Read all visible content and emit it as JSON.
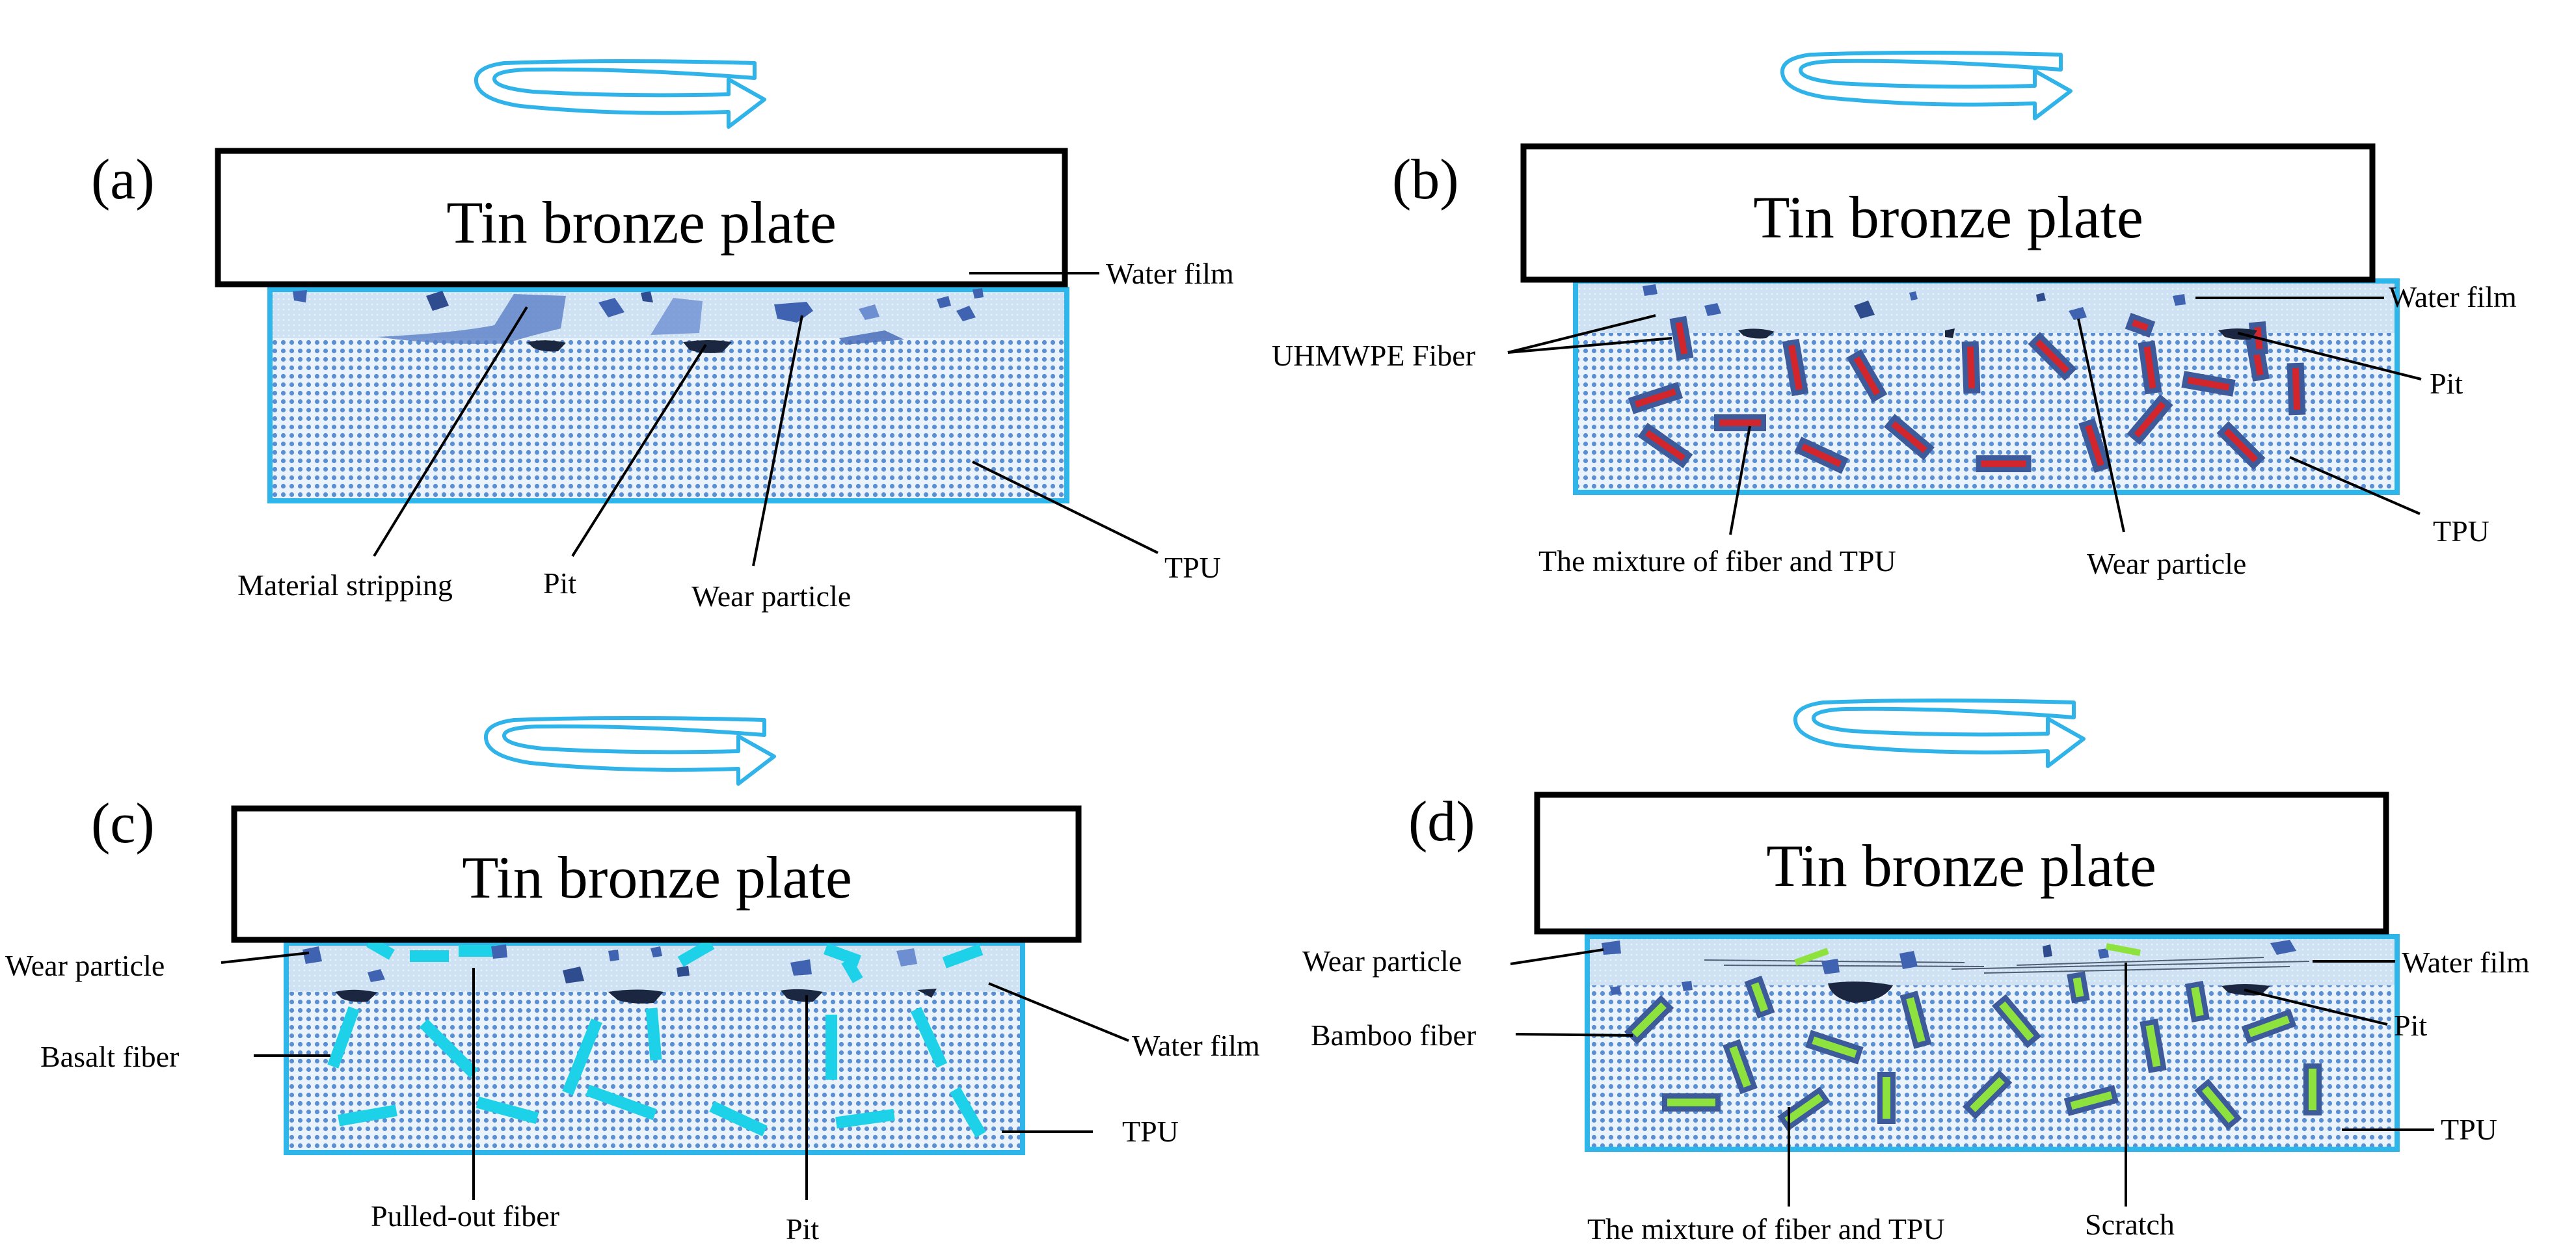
{
  "colors": {
    "arrow": "#2fb3e8",
    "box_border": "#2eb5ea",
    "water_film": "#cfe2f3",
    "tpu_fill": "#eaf2fb",
    "tpu_dots": "#5b8fd3",
    "particle": "#3f63b0",
    "pit": "#1b2740",
    "uhmwpe_outer": "#3d5a9a",
    "uhmwpe_inner": "#d3262c",
    "basalt": "#1dd1e8",
    "bamboo_outer": "#3d5a9a",
    "bamboo_inner": "#8ee23e"
  },
  "icons": [
    "rotation-arrow-icon"
  ],
  "panels": [
    {
      "id": "a",
      "letter": "(a)",
      "plate": "Tin bronze plate",
      "labels": {
        "water_film": "Water film",
        "material_stripping": "Material stripping",
        "pit": "Pit",
        "wear_particle": "Wear particle",
        "tpu": "TPU"
      }
    },
    {
      "id": "b",
      "letter": "(b)",
      "plate": "Tin bronze plate",
      "labels": {
        "water_film": "Water film",
        "fiber": "UHMWPE Fiber",
        "pit": "Pit",
        "mixture": "The mixture of fiber and TPU",
        "wear_particle": "Wear particle",
        "tpu": "TPU"
      }
    },
    {
      "id": "c",
      "letter": "(c)",
      "plate": "Tin bronze plate",
      "labels": {
        "wear_particle": "Wear particle",
        "fiber": "Basalt fiber",
        "water_film": "Water film",
        "tpu": "TPU",
        "pulled_out": "Pulled-out fiber",
        "pit": "Pit"
      }
    },
    {
      "id": "d",
      "letter": "(d)",
      "plate": "Tin bronze plate",
      "labels": {
        "wear_particle": "Wear particle",
        "water_film": "Water film",
        "fiber": "Bamboo fiber",
        "pit": "Pit",
        "tpu": "TPU",
        "mixture": "The mixture of fiber and TPU",
        "scratch": "Scratch"
      }
    }
  ]
}
